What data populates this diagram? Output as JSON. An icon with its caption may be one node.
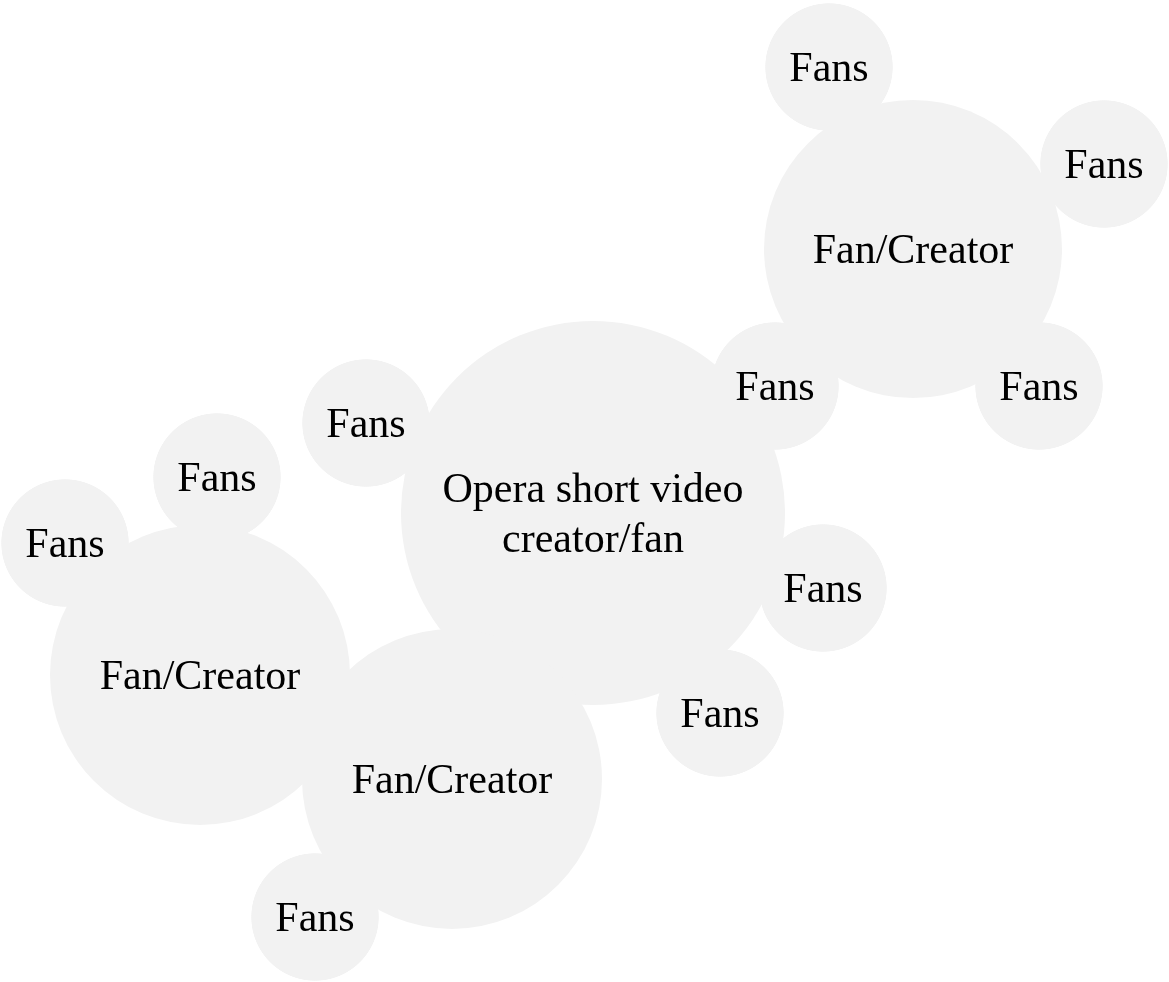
{
  "diagram": {
    "nodes": [
      {
        "text": [
          "Fans"
        ]
      },
      {
        "text": [
          "Fans"
        ]
      },
      {
        "text": [
          "Fan/Creator"
        ]
      },
      {
        "text": [
          "Fans"
        ]
      },
      {
        "text": [
          "Fans"
        ]
      },
      {
        "text": [
          "Fans"
        ]
      },
      {
        "text": [
          "Fans"
        ]
      },
      {
        "text": [
          "Opera short video creator/fan"
        ]
      },
      {
        "text": [
          "Fans"
        ]
      },
      {
        "text": [
          "Fans"
        ]
      },
      {
        "text": [
          "Fan/Creator"
        ]
      },
      {
        "text": [
          "Fans"
        ]
      },
      {
        "text": [
          "Fan/Creator"
        ]
      },
      {
        "text": [
          "Fans"
        ]
      }
    ]
  }
}
